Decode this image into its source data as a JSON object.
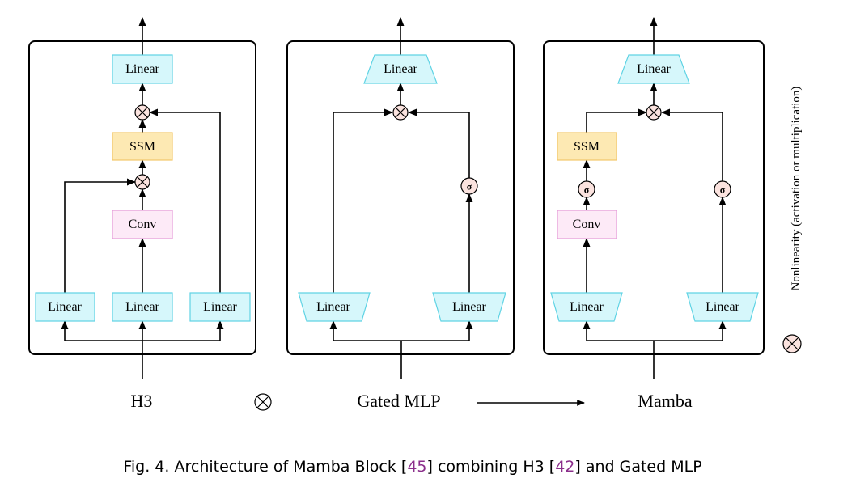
{
  "blocks": {
    "h3": {
      "label": "H3",
      "out_linear": "Linear",
      "ssm": "SSM",
      "conv": "Conv",
      "in_left": "Linear",
      "in_mid": "Linear",
      "in_right": "Linear"
    },
    "gated_mlp": {
      "label": "Gated MLP",
      "out_linear": "Linear",
      "in_left": "Linear",
      "in_right": "Linear",
      "sigma": "σ"
    },
    "mamba": {
      "label": "Mamba",
      "out_linear": "Linear",
      "ssm": "SSM",
      "conv": "Conv",
      "in_left": "Linear",
      "in_right": "Linear",
      "sigma_left": "σ",
      "sigma_right": "σ"
    }
  },
  "legend": {
    "text": "Nonlinearity (activation or multiplication)"
  },
  "caption": {
    "prefix": "Fig. 4.  Architecture of Mamba Block [",
    "ref1": "45",
    "middle": "] combining H3 [",
    "ref2": "42",
    "suffix": "] and Gated MLP"
  },
  "colors": {
    "linear_fill": "#d6f7fb",
    "linear_stroke": "#5fd3e4",
    "ssm_fill": "#fde9b3",
    "ssm_stroke": "#f2c76a",
    "conv_fill": "#fdeaf7",
    "conv_stroke": "#e59ad8",
    "op_fill": "#fbe3df",
    "reference": "#8b2f8b"
  },
  "icons": {
    "multiply": "circled-times-icon",
    "activation": "sigma-circle-icon"
  }
}
